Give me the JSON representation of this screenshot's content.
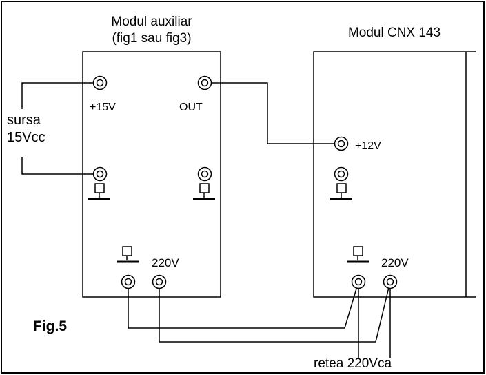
{
  "module_aux": {
    "title_line1": "Modul auxiliar",
    "title_line2": "(fig1 sau fig3)"
  },
  "module_cnx": {
    "title": "Modul CNX 143"
  },
  "labels": {
    "plus15v": "+15V",
    "out": "OUT",
    "sursa_line1": "sursa",
    "sursa_line2": "15Vcc",
    "plus12v": "+12V",
    "v220_aux": "220V",
    "v220_cnx": "220V",
    "retea": "retea 220Vca",
    "figure": "Fig.5"
  },
  "colors": {
    "line": "#000000",
    "background": "#ffffff"
  }
}
